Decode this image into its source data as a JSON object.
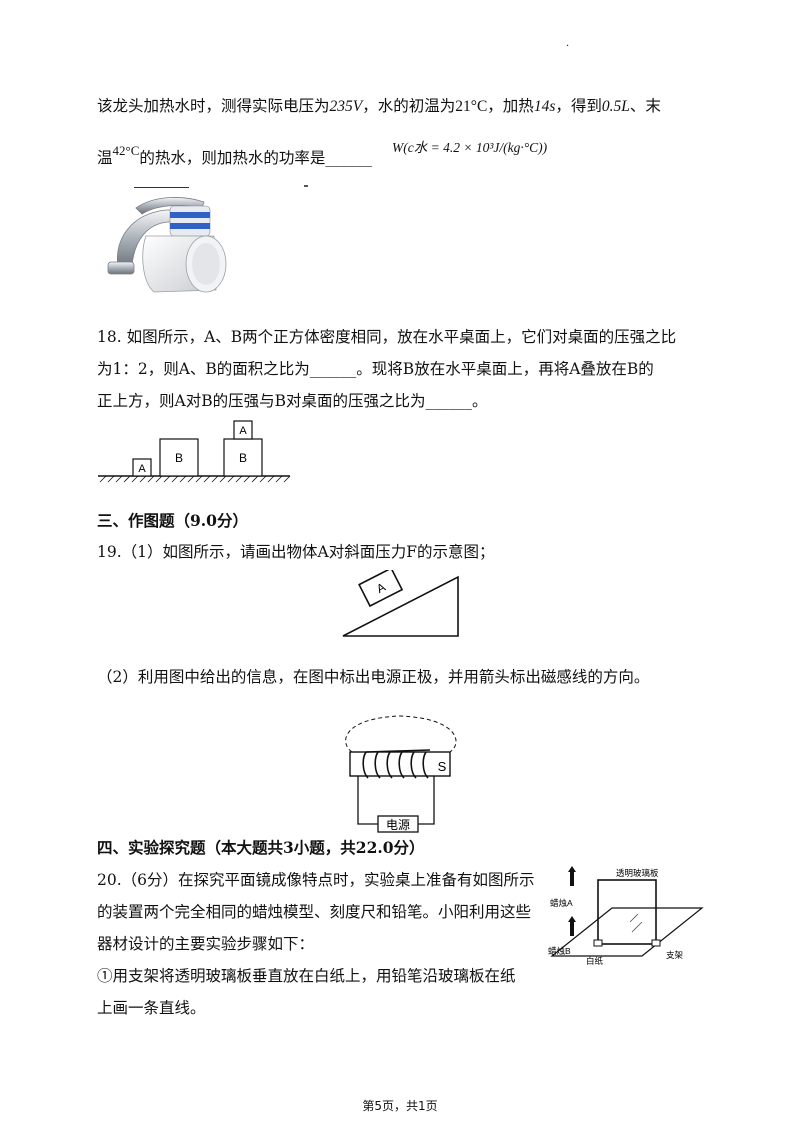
{
  "top_dot": ".",
  "q17": {
    "line1_a": "该龙头加热水时，测得实际电压为",
    "line1_v": "235V",
    "line1_b": "，水的初温为",
    "line1_t0": "21°C",
    "line1_c": "，加热",
    "line1_time": "14s",
    "line1_d": "，得到",
    "line1_vol": "0.5L",
    "line1_e": "、末",
    "line2_a": "温",
    "line2_t1": "42°C",
    "line2_b": "的热水，则加热水的功率是______",
    "formula": "W(c水 = 4.2 × 10³J/(kg·°C))"
  },
  "q18": {
    "line1": "18. 如图所示，A、B两个正方体密度相同，放在水平桌面上，它们对桌面的压强之比",
    "line2": "为1：2，则A、B的面积之比为______。现将B放在水平桌面上，再将A叠放在B的",
    "line3": "正上方，则A对B的压强与B对桌面的压强之比为______。",
    "label_a": "A",
    "label_b": "B",
    "label_a_top": "A",
    "label_b_stack": "B"
  },
  "sec3": {
    "title": "三、作图题（9.0分）"
  },
  "q19": {
    "part1": "19.（1）如图所示，请画出物体A对斜面压力F的示意图；",
    "incline_label": "A",
    "part2": "（2）利用图中给出的信息，在图中标出电源正极，并用箭头标出磁感线的方向。",
    "pole_label": "S",
    "power_label": "电源"
  },
  "sec4": {
    "title": "四、实验探究题（本大题共3小题，共22.0分）"
  },
  "q20": {
    "line1": "20.（6分）在探究平面镜成像特点时，实验桌上准备有如图所示",
    "line2": "的装置两个完全相同的蜡烛模型、刻度尺和铅笔。小阳利用这些",
    "line3": "器材设计的主要实验步骤如下：",
    "line4": "①用支架将透明玻璃板垂直放在白纸上，用铅笔沿玻璃板在纸",
    "line5": "上画一条直线。",
    "fig_glass": "透明玻璃板",
    "fig_candle_a": "蜡烛A",
    "fig_candle_b": "蜡烛B",
    "fig_paper": "白纸",
    "fig_stand": "支架"
  },
  "footer": {
    "page": "第5页，共1页"
  }
}
